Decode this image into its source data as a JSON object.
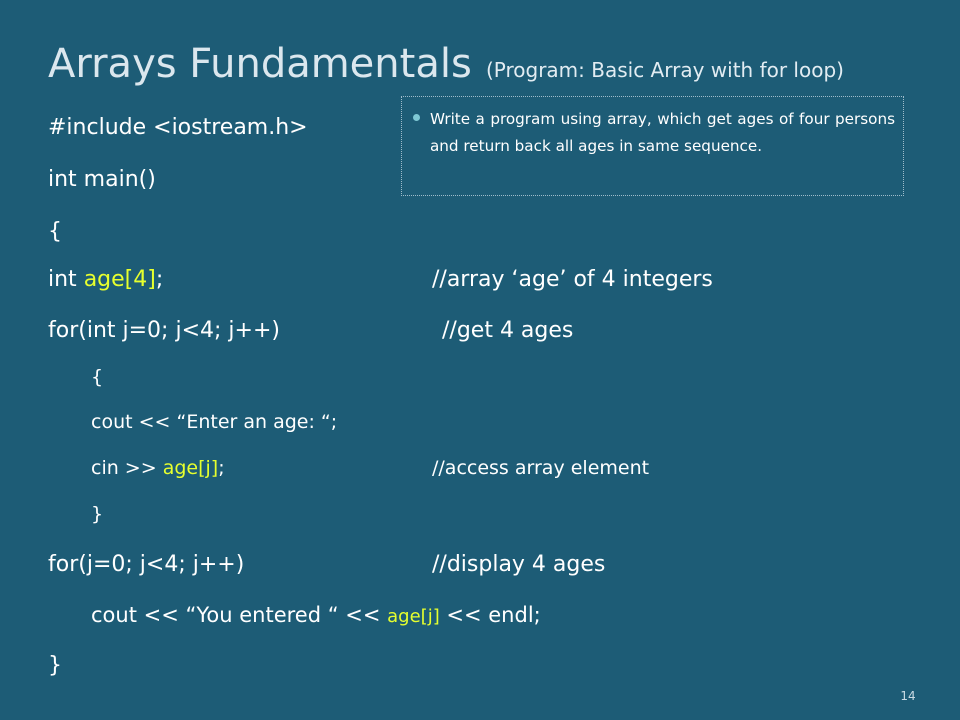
{
  "slide": {
    "title": "Arrays Fundamentals",
    "subtitle": "(Program: Basic Array with for loop)",
    "page_number": "14"
  },
  "note": {
    "text": "Write a program using array, which get ages of four persons and return back all ages in same sequence."
  },
  "code": {
    "include": "#include <iostream.h>",
    "main_sig": "int main()",
    "open_brace": "{",
    "decl_pre": "int ",
    "decl_var": "age[4]",
    "decl_post": ";",
    "decl_comment": "//array ‘age’ of 4 integers",
    "for1": "for(int j=0; j<4; j++)",
    "for1_comment": "//get 4 ages",
    "inner_open": "{",
    "cout_prompt": "cout << “Enter an age: “;",
    "cin_pre": "cin >> ",
    "cin_var": "age[j]",
    "cin_post": ";",
    "cin_comment": "//access array element",
    "inner_close": "}",
    "for2": "for(j=0; j<4; j++)",
    "for2_comment": "//display 4 ages",
    "cout_pre": "cout << “You entered “ << ",
    "cout_var": "age[j]",
    "cout_post": " << endl;",
    "close_brace": "}"
  }
}
